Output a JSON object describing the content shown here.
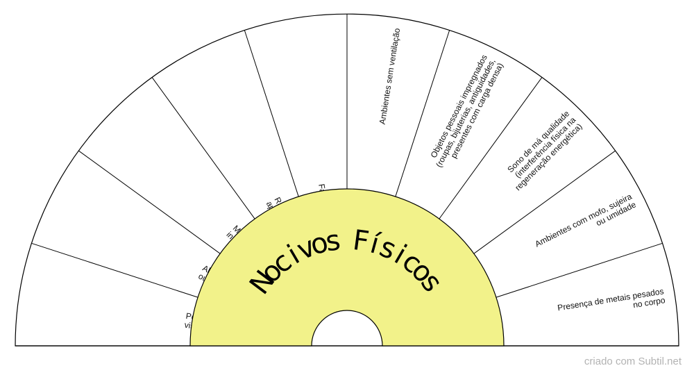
{
  "title": "Nocivos Físicos",
  "credit": "criado com Subtil.net",
  "colors": {
    "center_fill": "#f2f28a",
    "outline": "#000000",
    "background": "#ffffff"
  },
  "segments": [
    {
      "lines": [
        "Poluição (ar, água, sonora,",
        "visual, eletromagnética)"
      ]
    },
    {
      "lines": [
        "Alimentação industrializada",
        "ou contaminada"
      ]
    },
    {
      "lines": [
        "Medicamentos em excesso /",
        "intoxicação química"
      ]
    },
    {
      "lines": [
        "Radiações (celular, wi-fi,",
        "aparelhos elétricos)"
      ]
    },
    {
      "lines": [
        "Falta de contato com a natureza"
      ]
    },
    {
      "lines": [
        "Ambientes sem ventilação"
      ]
    },
    {
      "lines": [
        "Objetos pessoais impregnados",
        "(roupas, bijuterias, antiguidades,",
        "presentes com carga densa)"
      ]
    },
    {
      "lines": [
        "Sono de má qualidade",
        "(interferência física na",
        "regeneração energética)"
      ]
    },
    {
      "lines": [
        "Ambientes com mofo, sujeira",
        "ou umidade"
      ]
    },
    {
      "lines": [
        "Presença de metais pesados",
        "no corpo"
      ]
    }
  ]
}
